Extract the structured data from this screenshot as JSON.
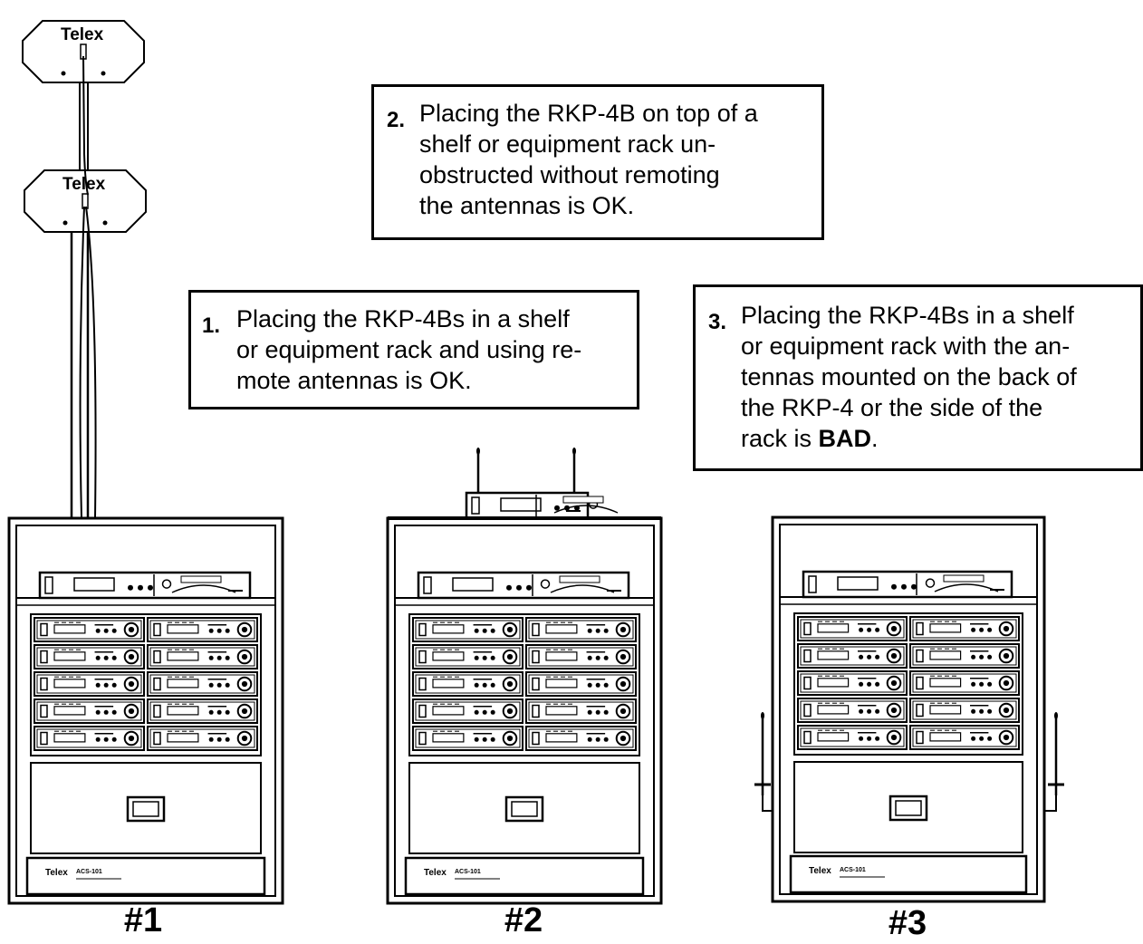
{
  "colors": {
    "ink": "#000000",
    "paper": "#ffffff",
    "panel": "#e6e6e6"
  },
  "callouts": [
    {
      "number": "1.",
      "lines": [
        "Placing the RKP-4Bs in a shelf",
        "or equipment rack and using re-",
        "mote antennas is OK."
      ],
      "bold_suffix": "",
      "tail": ""
    },
    {
      "number": "2.",
      "lines": [
        "Placing the RKP-4B on top of a",
        "shelf or equipment rack un-",
        "obstructed without remoting",
        "the antennas is OK."
      ],
      "bold_suffix": "",
      "tail": ""
    },
    {
      "number": "3.",
      "lines": [
        "Placing the RKP-4Bs in a shelf",
        "or equipment rack with the an-",
        "tennas mounted on the back of",
        "the RKP-4 or the side of the"
      ],
      "last_line_prefix": "rack is ",
      "bold_word": "BAD",
      "tail": "."
    }
  ],
  "antenna_brand": "Telex",
  "rack_unit": {
    "brand": "Telex",
    "model": "ACS-101"
  },
  "racks": [
    {
      "label": "#1",
      "antenna_mode": "remote"
    },
    {
      "label": "#2",
      "antenna_mode": "top"
    },
    {
      "label": "#3",
      "antenna_mode": "side"
    }
  ]
}
